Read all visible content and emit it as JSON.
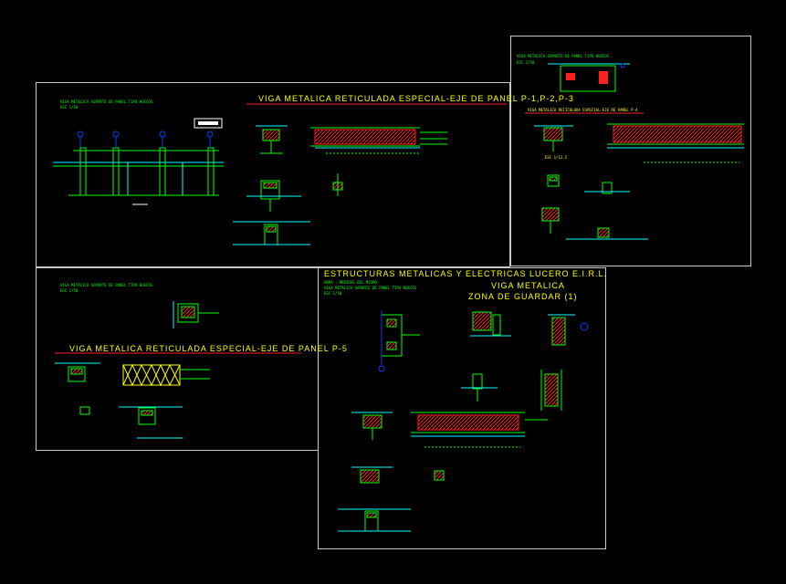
{
  "sheets": {
    "top_left": {
      "title": "VIGA METALICA RETICULADA ESPECIAL-EJE DE PANEL P-1,P-2,P-3",
      "note": "VIGA METALICA SOPORTE DE PANEL TIPO HUECOS",
      "scale": "ESC 1/50"
    },
    "top_right": {
      "note": "VIGA METALICA SOPORTE DE PANEL TIPO HUECOS",
      "scale": "ESC 1/50",
      "section_title": "VIGA METALICA RETICULADA ESPECIAL-EJE DE PANEL P-4",
      "scale2": "ESC 1/12.5"
    },
    "bottom_left": {
      "title": "VIGA METALICA RETICULADA ESPECIAL-EJE DE PANEL P-5",
      "note": "VIGA METALICA SOPORTE DE PANEL TIPO HUECOS",
      "scale": "ESC 1/50"
    },
    "bottom_center": {
      "company": "ESTRUCTURAS METALICAS Y ELECTRICAS LUCERO E.I.R.L.",
      "heading1": "VIGA METALICA",
      "heading2": "ZONA DE GUARDAR (1)",
      "note1": "OBRA : MEDIDAS DEL MISMO",
      "note2": "VIGA METALICA SOPORTE DE PANEL TIPO HUECOS",
      "scale": "ESC 1/50"
    }
  },
  "colors": {
    "background": "#000000",
    "sheet_border": "#c8c8c8",
    "text": "#ffff00",
    "steel": "#00ff00",
    "hatch": "#ff2020",
    "axis": "#0040ff",
    "dimension": "#00ffff"
  }
}
